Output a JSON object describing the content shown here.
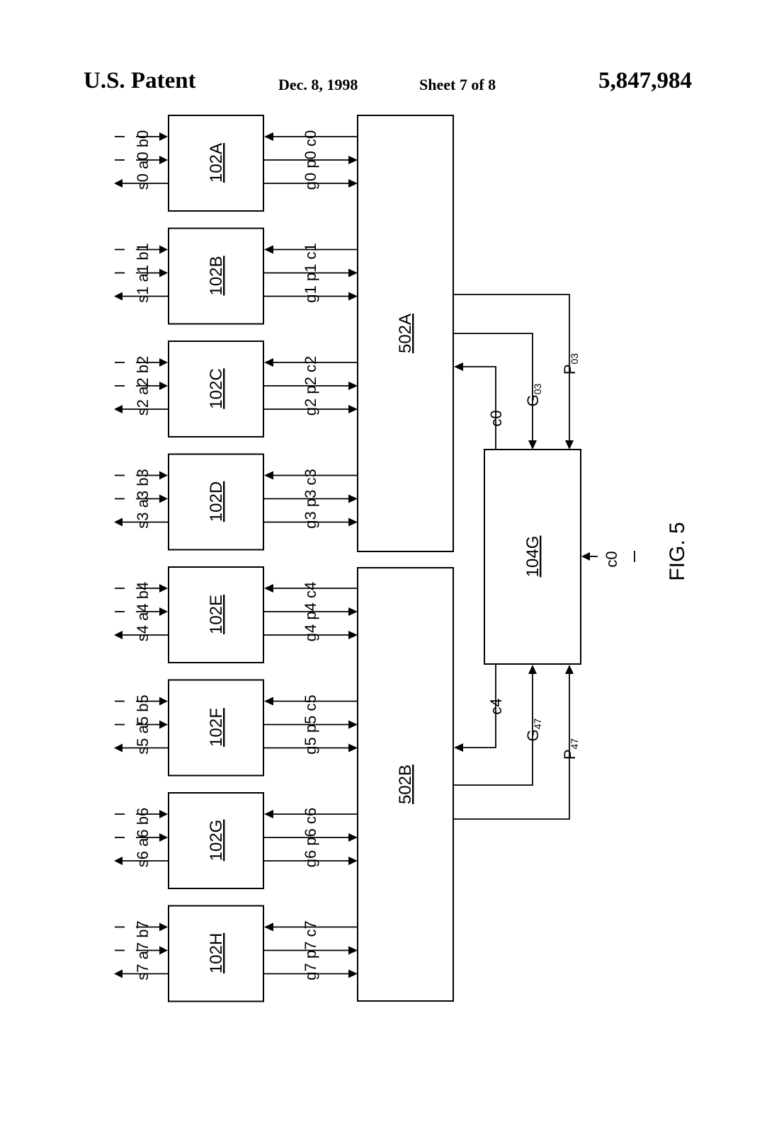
{
  "header": {
    "title": "U.S. Patent",
    "date": "Dec. 8, 1998",
    "sheet": "Sheet 7 of 8",
    "patent_number": "5,847,984"
  },
  "bit_cells": [
    {
      "label": "102A",
      "s": "s0",
      "a": "a0",
      "b": "b0",
      "c": "c0",
      "p": "p0",
      "g": "g0"
    },
    {
      "label": "102B",
      "s": "s1",
      "a": "a1",
      "b": "b1",
      "c": "c1",
      "p": "p1",
      "g": "g1"
    },
    {
      "label": "102C",
      "s": "s2",
      "a": "a2",
      "b": "b2",
      "c": "c2",
      "p": "p2",
      "g": "g2"
    },
    {
      "label": "102D",
      "s": "s3",
      "a": "a3",
      "b": "b3",
      "c": "c3",
      "p": "p3",
      "g": "g3"
    },
    {
      "label": "102E",
      "s": "s4",
      "a": "a4",
      "b": "b4",
      "c": "c4",
      "p": "p4",
      "g": "g4"
    },
    {
      "label": "102F",
      "s": "s5",
      "a": "a5",
      "b": "b5",
      "c": "c5",
      "p": "p5",
      "g": "g5"
    },
    {
      "label": "102G",
      "s": "s6",
      "a": "a6",
      "b": "b6",
      "c": "c6",
      "p": "p6",
      "g": "g6"
    },
    {
      "label": "102H",
      "s": "s7",
      "a": "a7",
      "b": "b7",
      "c": "c7",
      "p": "p7",
      "g": "g7"
    }
  ],
  "group_blocks": [
    {
      "label": "502A"
    },
    {
      "label": "502B"
    }
  ],
  "lookahead_block": {
    "label": "104G"
  },
  "signals": {
    "c0_a": "c0",
    "G03": {
      "base": "G",
      "sub": "03"
    },
    "P03": {
      "base": "P",
      "sub": "03"
    },
    "c4": "c4",
    "G47": {
      "base": "G",
      "sub": "47"
    },
    "P47": {
      "base": "P",
      "sub": "47"
    },
    "c0_in": "c0"
  },
  "figure_label": "FIG. 5"
}
